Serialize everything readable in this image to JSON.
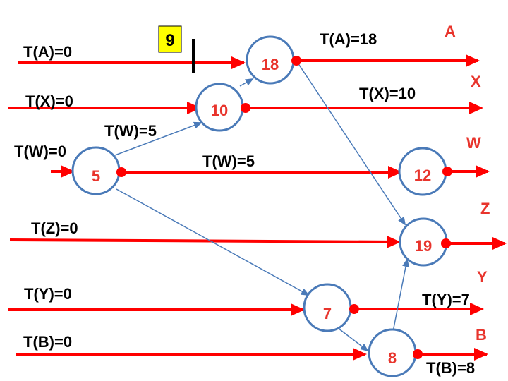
{
  "marker": {
    "value": "9",
    "color": "#ffff00"
  },
  "colors": {
    "line": "#ff0000",
    "node_border": "#4a7ab8",
    "node_text": "#e8342c",
    "msg": "#4a7ab8"
  },
  "processes": {
    "A": "A",
    "X": "X",
    "W": "W",
    "Z": "Z",
    "Y": "Y",
    "B": "B"
  },
  "start_labels": {
    "A": "T(A)=0",
    "X": "T(X)=0",
    "W": "T(W)=0",
    "Z": "T(Z)=0",
    "Y": "T(Y)=0",
    "B": "T(B)=0"
  },
  "nodes": {
    "w5": "5",
    "x10": "10",
    "a18": "18",
    "w12": "12",
    "z19": "19",
    "y7": "7",
    "b8": "8"
  },
  "end_labels": {
    "A": "T(A)=18",
    "X": "T(X)=10",
    "W": "T(W)=5",
    "W_msg": "T(W)=5",
    "Y": "T(Y)=7",
    "B": "T(B)=8"
  }
}
